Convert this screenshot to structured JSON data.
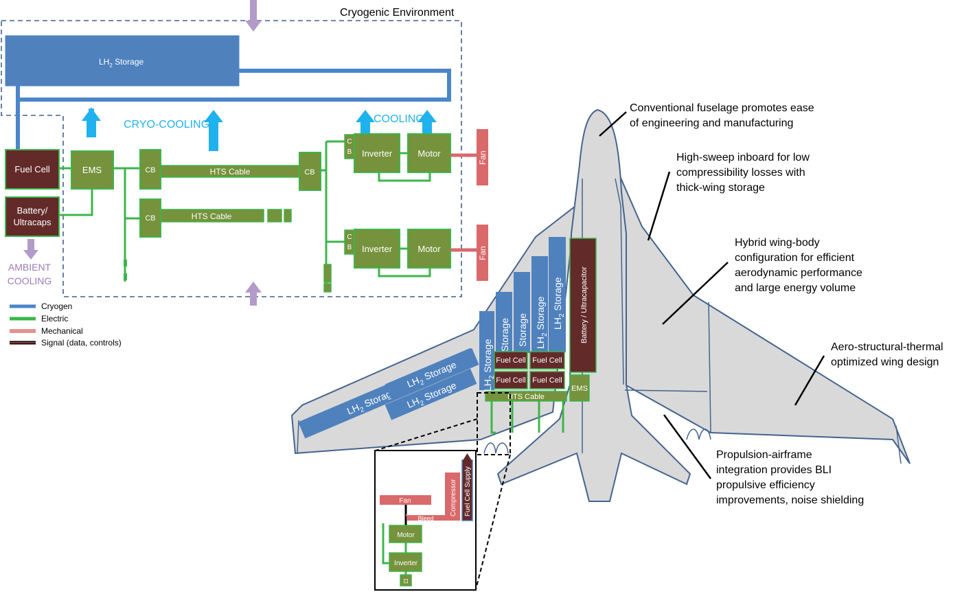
{
  "labels": {
    "cryo_env": "Cryogenic Environment",
    "lh2_storage": "LH",
    "lh2_sub": "2",
    "lh2_tail": " Storage",
    "cryo_cooling": "CRYO-COOLING",
    "cooling": "COOLING",
    "fuel_cell": "Fuel Cell",
    "battery_1": "Battery/",
    "battery_2": "Ultracaps",
    "ems": "EMS",
    "cb": "CB",
    "hts_cable": "HTS Cable",
    "c": "C",
    "b": "B",
    "inverter": "Inverter",
    "motor": "Motor",
    "fan": "Fan",
    "ambient_1": "AMBIENT",
    "ambient_2": "COOLING"
  },
  "legend": [
    {
      "label": "Cryogen",
      "color": "#4a86c8"
    },
    {
      "label": "Electric",
      "color": "#3cb54a"
    },
    {
      "label": "Mechanical",
      "color": "#d9696b"
    },
    {
      "label": "Signal (data, controls)",
      "color": "#000000"
    }
  ],
  "aircraft": {
    "storage": "Storage",
    "battery_ultracap": "Battery / Ultracapacitor",
    "fuel_cell": "Fuel Cell",
    "hts_cable": "HTS Cable",
    "ems": "EMS"
  },
  "inset": {
    "fan": "Fan",
    "bleed": "Bleed",
    "compressor": "Compressor",
    "fuel_cell_supply": "Fuel Cell Supply",
    "motor": "Motor",
    "inverter": "Inverter",
    "fc": "⊡"
  },
  "annotations": {
    "a1_l1": "Conventional fuselage promotes ease",
    "a1_l2": "of engineering and manufacturing",
    "a2_l1": "High-sweep inboard for low",
    "a2_l2": "compressibility losses with",
    "a2_l3": "thick-wing storage",
    "a3_l1": "Hybrid wing-body",
    "a3_l2": "configuration for efficient",
    "a3_l3": "aerodynamic performance",
    "a3_l4": "and large energy volume",
    "a4_l1": "Aero-structural-thermal",
    "a4_l2": "optimized wing design",
    "a5_l1": "Propulsion-airframe",
    "a5_l2": "integration provides BLI",
    "a5_l3": "propulsive efficiency",
    "a5_l4": "improvements, noise shielding"
  },
  "colors": {
    "cryogen": "#4a86c8",
    "electric": "#3cb54a",
    "mechanical": "#d9696b",
    "component_green": "#76923c",
    "component_dark": "#632a2a",
    "cooling_arrow": "#1fb2ef",
    "ambient_arrow": "#b39bc9",
    "airframe": "#d9d9d9",
    "airframe_edge": "#44638f"
  }
}
